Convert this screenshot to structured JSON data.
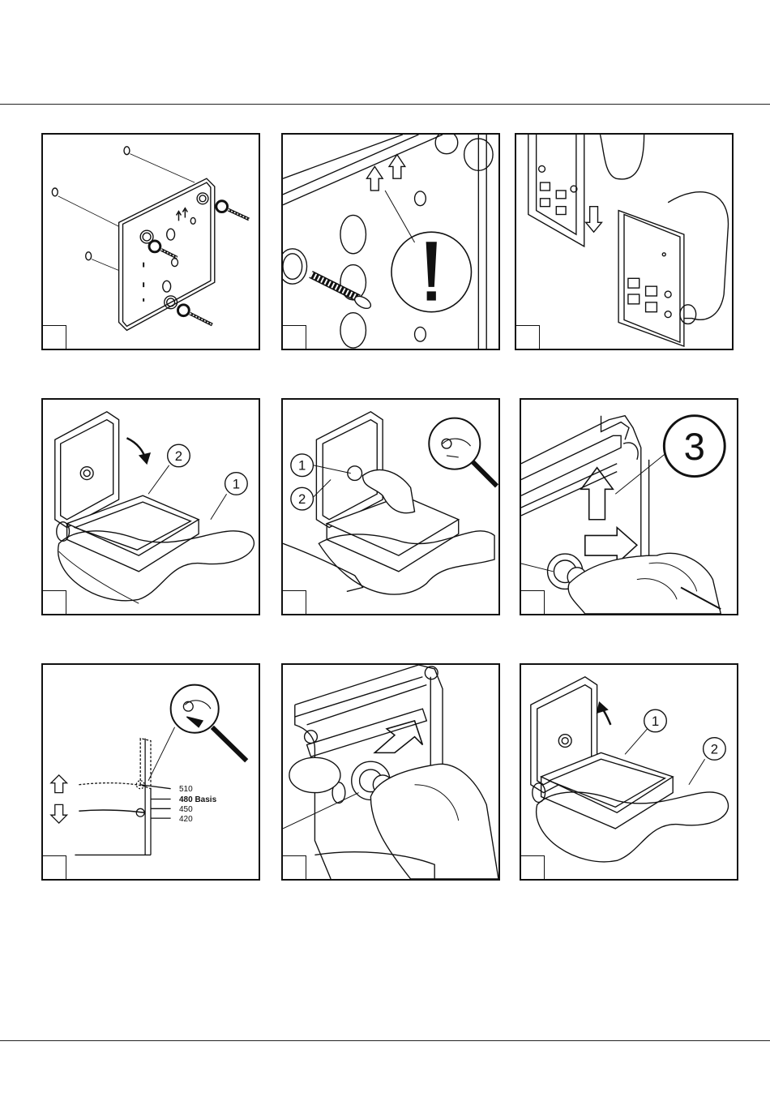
{
  "page": {
    "background": "#ffffff",
    "line_color": "#111111"
  },
  "panels": [
    {
      "id": "p1",
      "callouts": [],
      "icons": [
        "wall-plate-icon",
        "screw-icon",
        "drill-hole-icon"
      ]
    },
    {
      "id": "p2",
      "callouts": [],
      "icons": [
        "warning-exclamation-icon",
        "screw-icon",
        "up-arrow-icon"
      ]
    },
    {
      "id": "p3",
      "callouts": [],
      "icons": [
        "bracket-hang-icon",
        "down-arrow-icon"
      ]
    },
    {
      "id": "p4",
      "callouts": [
        "2",
        "1"
      ],
      "icons": [
        "rotate-arrow-icon",
        "seat-icon"
      ]
    },
    {
      "id": "p5",
      "callouts": [
        "1",
        "2"
      ],
      "icons": [
        "magnifier-icon",
        "hand-icon"
      ]
    },
    {
      "id": "p6",
      "callouts": [
        "3"
      ],
      "icons": [
        "up-arrow-icon",
        "right-arrow-icon",
        "hand-icon"
      ]
    },
    {
      "id": "p7",
      "callouts": [],
      "icons": [
        "magnifier-icon",
        "up-arrow-icon",
        "down-arrow-icon"
      ],
      "height_labels": [
        "510",
        "480 Basis",
        "450",
        "420"
      ]
    },
    {
      "id": "p8",
      "callouts": [],
      "icons": [
        "push-arrow-icon",
        "hand-icon"
      ]
    },
    {
      "id": "p9",
      "callouts": [
        "1",
        "2"
      ],
      "icons": [
        "rotate-arrow-icon",
        "seat-icon"
      ]
    }
  ]
}
